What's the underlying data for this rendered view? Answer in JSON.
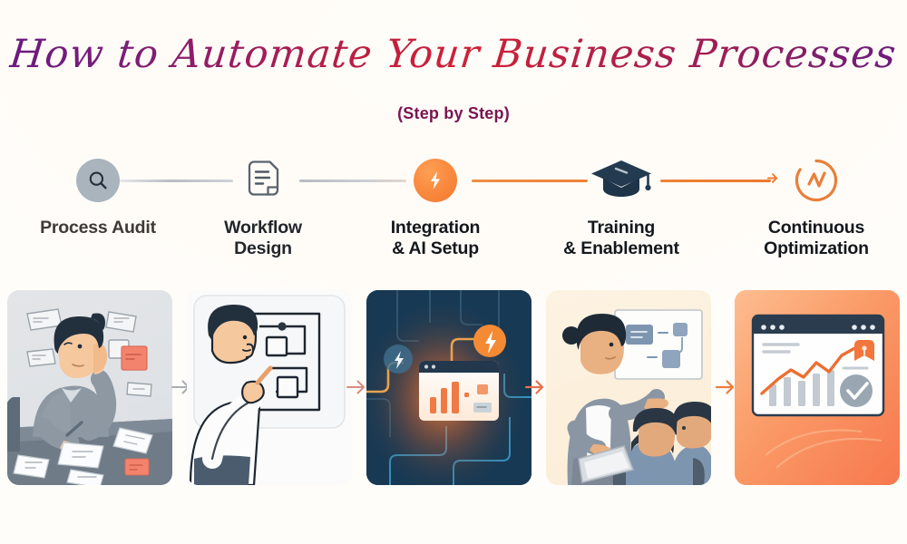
{
  "header": {
    "title": "How to Automate Your Business Processes",
    "subtitle": "(Step by Step)"
  },
  "colors": {
    "background": "#fffdf8",
    "title_gradient_start": "#6a1b7e",
    "title_gradient_mid": "#cf2137",
    "title_gradient_end": "#6d1c7c",
    "subtitle": "#7b1450",
    "accent_orange": "#f08437",
    "accent_gray": "#a9b4bd",
    "navy": "#1f3b52"
  },
  "steps": [
    {
      "index": 1,
      "label": "Process Audit",
      "icon": "magnifier-icon",
      "icon_style": "gray-circle",
      "connector_color": "#c8ccd0",
      "panel": {
        "name": "process-audit-illustration",
        "description": "Person at a desk on the phone taking notes surrounded by papers and sticky notes",
        "background": "#e0e3e7"
      }
    },
    {
      "index": 2,
      "label": "Workflow Design",
      "label_line1": "Workflow",
      "label_line2": "Design",
      "icon": "document-icon",
      "icon_style": "outline",
      "connector_color": "#b9bfc6",
      "panel": {
        "name": "workflow-design-illustration",
        "description": "Person pointing at a flowchart diagram on a whiteboard",
        "background": "#fbfbfb"
      }
    },
    {
      "index": 3,
      "label": "Integration & AI Setup",
      "label_line1": "Integration",
      "label_line2": "& AI Setup",
      "icon": "lightning-bolt-icon",
      "icon_style": "orange-circle",
      "connector_color": "#f08437",
      "panel": {
        "name": "integration-ai-setup-illustration",
        "description": "Dark circuit board background with glowing dashboard window and bolt nodes",
        "background": "#1b3f59"
      }
    },
    {
      "index": 4,
      "label": "Training & Enablement",
      "label_line1": "Training",
      "label_line2": "& Enablement",
      "icon": "graduation-cap-icon",
      "icon_style": "solid-navy",
      "connector_color": "#f08437",
      "panel": {
        "name": "training-enablement-illustration",
        "description": "Woman presenting at a whiteboard to two seated colleagues",
        "background": "#fcefdb"
      }
    },
    {
      "index": 5,
      "label": "Continuous Optimization",
      "label_line1": "Continuous",
      "label_line2": "Optimization",
      "icon": "refresh-trend-icon",
      "icon_style": "orange-outline-circle",
      "connector_color": "",
      "panel": {
        "name": "continuous-optimization-illustration",
        "description": "Orange panel with analytics dashboard showing rising trend line, bars and a checkmark badge",
        "background": "#f8905f"
      }
    }
  ],
  "panel_arrows": [
    {
      "name": "panel-arrow-1",
      "color": "#a8adb3"
    },
    {
      "name": "panel-arrow-2",
      "color": "#d98d7e"
    },
    {
      "name": "panel-arrow-3",
      "color": "#e8714a"
    },
    {
      "name": "panel-arrow-4",
      "color": "#ef7b3f"
    }
  ]
}
